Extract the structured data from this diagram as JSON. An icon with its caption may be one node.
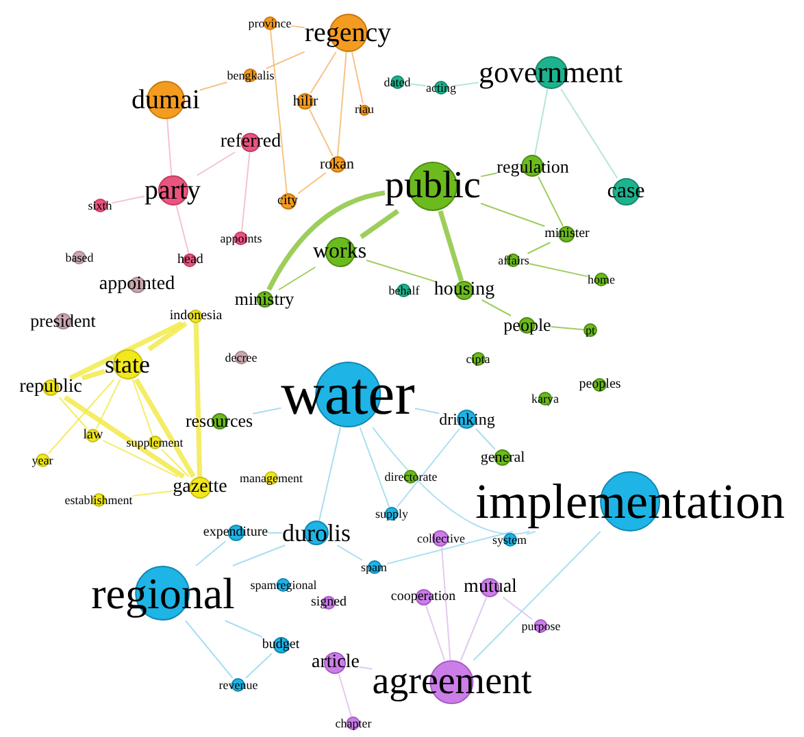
{
  "diagram": {
    "nodes": [
      {
        "text": [
          "province"
        ]
      },
      {
        "text": [
          "regency"
        ]
      },
      {
        "text": [
          "bengkalis"
        ]
      },
      {
        "text": [
          "dumai"
        ]
      },
      {
        "text": [
          "hilir"
        ]
      },
      {
        "text": [
          "riau"
        ]
      },
      {
        "text": [
          "rokan"
        ]
      },
      {
        "text": [
          "city"
        ]
      },
      {
        "text": [
          "referred"
        ]
      },
      {
        "text": [
          "party"
        ]
      },
      {
        "text": [
          "sixth"
        ]
      },
      {
        "text": [
          "appoints"
        ]
      },
      {
        "text": [
          "head"
        ]
      },
      {
        "text": [
          "based"
        ]
      },
      {
        "text": [
          "appointed"
        ]
      },
      {
        "text": [
          "president"
        ]
      },
      {
        "text": [
          "decree"
        ]
      },
      {
        "text": [
          "dated"
        ]
      },
      {
        "text": [
          "acting"
        ]
      },
      {
        "text": [
          "government"
        ]
      },
      {
        "text": [
          "case"
        ]
      },
      {
        "text": [
          "behalf"
        ]
      },
      {
        "text": [
          "public"
        ]
      },
      {
        "text": [
          "regulation"
        ]
      },
      {
        "text": [
          "minister"
        ]
      },
      {
        "text": [
          "works"
        ]
      },
      {
        "text": [
          "affairs"
        ]
      },
      {
        "text": [
          "home"
        ]
      },
      {
        "text": [
          "ministry"
        ]
      },
      {
        "text": [
          "housing"
        ]
      },
      {
        "text": [
          "people"
        ]
      },
      {
        "text": [
          "pt"
        ]
      },
      {
        "text": [
          "cipta"
        ]
      },
      {
        "text": [
          "peoples"
        ]
      },
      {
        "text": [
          "karya"
        ]
      },
      {
        "text": [
          "resources"
        ]
      },
      {
        "text": [
          "general"
        ]
      },
      {
        "text": [
          "directorate"
        ]
      },
      {
        "text": [
          "indonesia"
        ]
      },
      {
        "text": [
          "state"
        ]
      },
      {
        "text": [
          "republic"
        ]
      },
      {
        "text": [
          "law"
        ]
      },
      {
        "text": [
          "supplement"
        ]
      },
      {
        "text": [
          "year"
        ]
      },
      {
        "text": [
          "gazette"
        ]
      },
      {
        "text": [
          "management"
        ]
      },
      {
        "text": [
          "establishment"
        ]
      },
      {
        "text": [
          "water"
        ]
      },
      {
        "text": [
          "drinking"
        ]
      },
      {
        "text": [
          "supply"
        ]
      },
      {
        "text": [
          "implementation"
        ]
      },
      {
        "text": [
          "system"
        ]
      },
      {
        "text": [
          "expenditure"
        ]
      },
      {
        "text": [
          "durolis"
        ]
      },
      {
        "text": [
          "regional"
        ]
      },
      {
        "text": [
          "spam"
        ]
      },
      {
        "text": [
          "spamregional"
        ]
      },
      {
        "text": [
          "budget"
        ]
      },
      {
        "text": [
          "revenue"
        ]
      },
      {
        "text": [
          "collective"
        ]
      },
      {
        "text": [
          "signed"
        ]
      },
      {
        "text": [
          "cooperation"
        ]
      },
      {
        "text": [
          "mutual"
        ]
      },
      {
        "text": [
          "purpose"
        ]
      },
      {
        "text": [
          "article"
        ]
      },
      {
        "text": [
          "agreement"
        ]
      },
      {
        "text": [
          "chapter"
        ]
      }
    ],
    "edges": [
      {
        "from": 39,
        "to": 38,
        "arrow": "none",
        "style": "thick",
        "color": "#f2ea4a"
      },
      {
        "from": 39,
        "to": 40,
        "arrow": "none",
        "style": "thick",
        "color": "#f2ea4a"
      },
      {
        "from": 39,
        "to": 44,
        "arrow": "none",
        "style": "thick",
        "color": "#f2ea4a"
      },
      {
        "from": 40,
        "to": 38,
        "arrow": "none",
        "style": "thick",
        "color": "#f2ea4a"
      },
      {
        "from": 40,
        "to": 44,
        "arrow": "none",
        "style": "thick",
        "color": "#f2ea4a"
      },
      {
        "from": 38,
        "to": 44,
        "arrow": "none",
        "style": "thick",
        "color": "#f2ea4a"
      },
      {
        "from": 39,
        "to": 41,
        "arrow": "none",
        "color": "#f2ea4a"
      },
      {
        "from": 39,
        "to": 42,
        "arrow": "none",
        "color": "#f2ea4a"
      },
      {
        "from": 40,
        "to": 41,
        "arrow": "none",
        "color": "#f2ea4a"
      },
      {
        "from": 41,
        "to": 44,
        "arrow": "none",
        "color": "#f2ea4a"
      },
      {
        "from": 42,
        "to": 44,
        "arrow": "none",
        "color": "#f2ea4a"
      },
      {
        "from": 43,
        "to": 39,
        "arrow": "none",
        "color": "#f2ea4a"
      },
      {
        "from": 46,
        "to": 44,
        "arrow": "none",
        "color": "#f2ea4a"
      },
      {
        "from": 22,
        "to": 25,
        "arrow": "none",
        "style": "thick",
        "color": "#8cc63f"
      },
      {
        "from": 22,
        "to": 28,
        "arrow": "none",
        "style": "thick",
        "color": "#8cc63f"
      },
      {
        "from": 22,
        "to": 29,
        "arrow": "none",
        "style": "thick",
        "color": "#8cc63f"
      },
      {
        "from": 22,
        "to": 23,
        "arrow": "none",
        "color": "#8cc63f"
      },
      {
        "from": 22,
        "to": 24,
        "arrow": "none",
        "color": "#8cc63f"
      },
      {
        "from": 25,
        "to": 29,
        "arrow": "none",
        "color": "#8cc63f"
      },
      {
        "from": 23,
        "to": 24,
        "arrow": "none",
        "color": "#8cc63f"
      },
      {
        "from": 24,
        "to": 26,
        "arrow": "none",
        "color": "#8cc63f"
      },
      {
        "from": 26,
        "to": 27,
        "arrow": "none",
        "color": "#8cc63f"
      },
      {
        "from": 29,
        "to": 30,
        "arrow": "none",
        "color": "#8cc63f"
      },
      {
        "from": 30,
        "to": 31,
        "arrow": "none",
        "color": "#8cc63f"
      },
      {
        "from": 25,
        "to": 28,
        "arrow": "none",
        "color": "#8cc63f"
      },
      {
        "from": 1,
        "to": 4,
        "arrow": "none",
        "color": "#f5b870"
      },
      {
        "from": 1,
        "to": 6,
        "arrow": "none",
        "color": "#f5b870"
      },
      {
        "from": 1,
        "to": 5,
        "arrow": "none",
        "color": "#f5b870"
      },
      {
        "from": 1,
        "to": 2,
        "arrow": "none",
        "color": "#f5b870"
      },
      {
        "from": 0,
        "to": 1,
        "arrow": "none",
        "color": "#f5b870"
      },
      {
        "from": 4,
        "to": 6,
        "arrow": "none",
        "color": "#f5b870"
      },
      {
        "from": 2,
        "to": 3,
        "arrow": "none",
        "color": "#f5b870"
      },
      {
        "from": 0,
        "to": 7,
        "arrow": "none",
        "color": "#f5b870"
      },
      {
        "from": 6,
        "to": 7,
        "arrow": "none",
        "color": "#f5b870"
      },
      {
        "from": 9,
        "to": 8,
        "arrow": "none",
        "color": "#f2b8c6"
      },
      {
        "from": 9,
        "to": 12,
        "arrow": "none",
        "color": "#f2b8c6"
      },
      {
        "from": 9,
        "to": 10,
        "arrow": "none",
        "color": "#f2b8c6"
      },
      {
        "from": 8,
        "to": 11,
        "arrow": "none",
        "color": "#f2b8c6"
      },
      {
        "from": 3,
        "to": 9,
        "arrow": "none",
        "color": "#f2b8c6"
      },
      {
        "from": 18,
        "to": 19,
        "arrow": "none",
        "color": "#a8e0d4"
      },
      {
        "from": 19,
        "to": 20,
        "arrow": "none",
        "color": "#a8e0d4"
      },
      {
        "from": 19,
        "to": 23,
        "arrow": "none",
        "color": "#a8e0d4"
      },
      {
        "from": 17,
        "to": 18,
        "arrow": "none",
        "color": "#a8e0d4"
      },
      {
        "from": 47,
        "to": 48,
        "arrow": "none",
        "color": "#9ad8ee"
      },
      {
        "from": 47,
        "to": 50,
        "arrow": "none",
        "color": "#9ad8ee"
      },
      {
        "from": 53,
        "to": 47,
        "arrow": "none",
        "color": "#9ad8ee"
      },
      {
        "from": 47,
        "to": 35,
        "arrow": "none",
        "color": "#9ad8ee"
      },
      {
        "from": 54,
        "to": 53,
        "arrow": "none",
        "color": "#9ad8ee"
      },
      {
        "from": 54,
        "to": 52,
        "arrow": "none",
        "color": "#9ad8ee"
      },
      {
        "from": 54,
        "to": 57,
        "arrow": "none",
        "color": "#9ad8ee"
      },
      {
        "from": 57,
        "to": 58,
        "arrow": "none",
        "color": "#9ad8ee"
      },
      {
        "from": 53,
        "to": 52,
        "arrow": "none",
        "color": "#9ad8ee"
      },
      {
        "from": 53,
        "to": 55,
        "arrow": "none",
        "color": "#9ad8ee"
      },
      {
        "from": 54,
        "to": 58,
        "arrow": "none",
        "color": "#9ad8ee"
      },
      {
        "from": 48,
        "to": 36,
        "arrow": "none",
        "color": "#9ad8ee"
      },
      {
        "from": 48,
        "to": 49,
        "arrow": "none",
        "color": "#9ad8ee"
      },
      {
        "from": 50,
        "to": 51,
        "arrow": "none",
        "color": "#9ad8ee"
      },
      {
        "from": 50,
        "to": 65,
        "arrow": "none",
        "color": "#9ad8ee"
      },
      {
        "from": 55,
        "to": 50,
        "arrow": "none",
        "color": "#9ad8ee"
      },
      {
        "from": 47,
        "to": 49,
        "arrow": "none",
        "color": "#9ad8ee"
      },
      {
        "from": 65,
        "to": 62,
        "arrow": "none",
        "color": "#dcc0ee"
      },
      {
        "from": 65,
        "to": 64,
        "arrow": "none",
        "color": "#dcc0ee"
      },
      {
        "from": 65,
        "to": 61,
        "arrow": "none",
        "color": "#dcc0ee"
      },
      {
        "from": 62,
        "to": 63,
        "arrow": "none",
        "color": "#dcc0ee"
      },
      {
        "from": 65,
        "to": 59,
        "arrow": "none",
        "color": "#dcc0ee"
      },
      {
        "from": 64,
        "to": 66,
        "arrow": "none",
        "color": "#dcc0ee"
      }
    ]
  }
}
